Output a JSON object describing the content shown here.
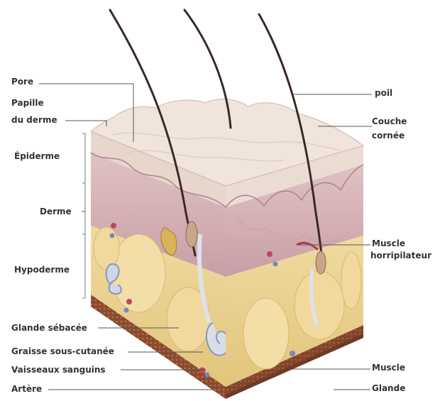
{
  "labels_left": {
    "pore": "Pore",
    "papille_line1": "Papille",
    "papille_line2": "du derme",
    "epiderme": "Épiderme",
    "derme": "Derme",
    "hypoderme": "Hypoderme",
    "glande_sebacee": "Glande sébacée",
    "graisse": "Graisse sous-cutanée",
    "vaisseaux": "Vaisseaux sanguins",
    "artere": "Artère"
  },
  "labels_right": {
    "poil": "poil",
    "couche_line1": "Couche",
    "couche_line2": "cornée",
    "muscle_horr_line1": "Muscle",
    "muscle_horr_line2": "horripilateur",
    "muscle": "Muscle",
    "glande_sudoripare": "Glande"
  },
  "colors": {
    "label_text": "#333333",
    "leader_line": "#555555",
    "epidermis": "#eadbd2",
    "dermis": "#d4b0b4",
    "hypodermis_fat": "#e8d08c",
    "base_muscle": "#8a4a2e",
    "hair": "#3a2a22"
  }
}
